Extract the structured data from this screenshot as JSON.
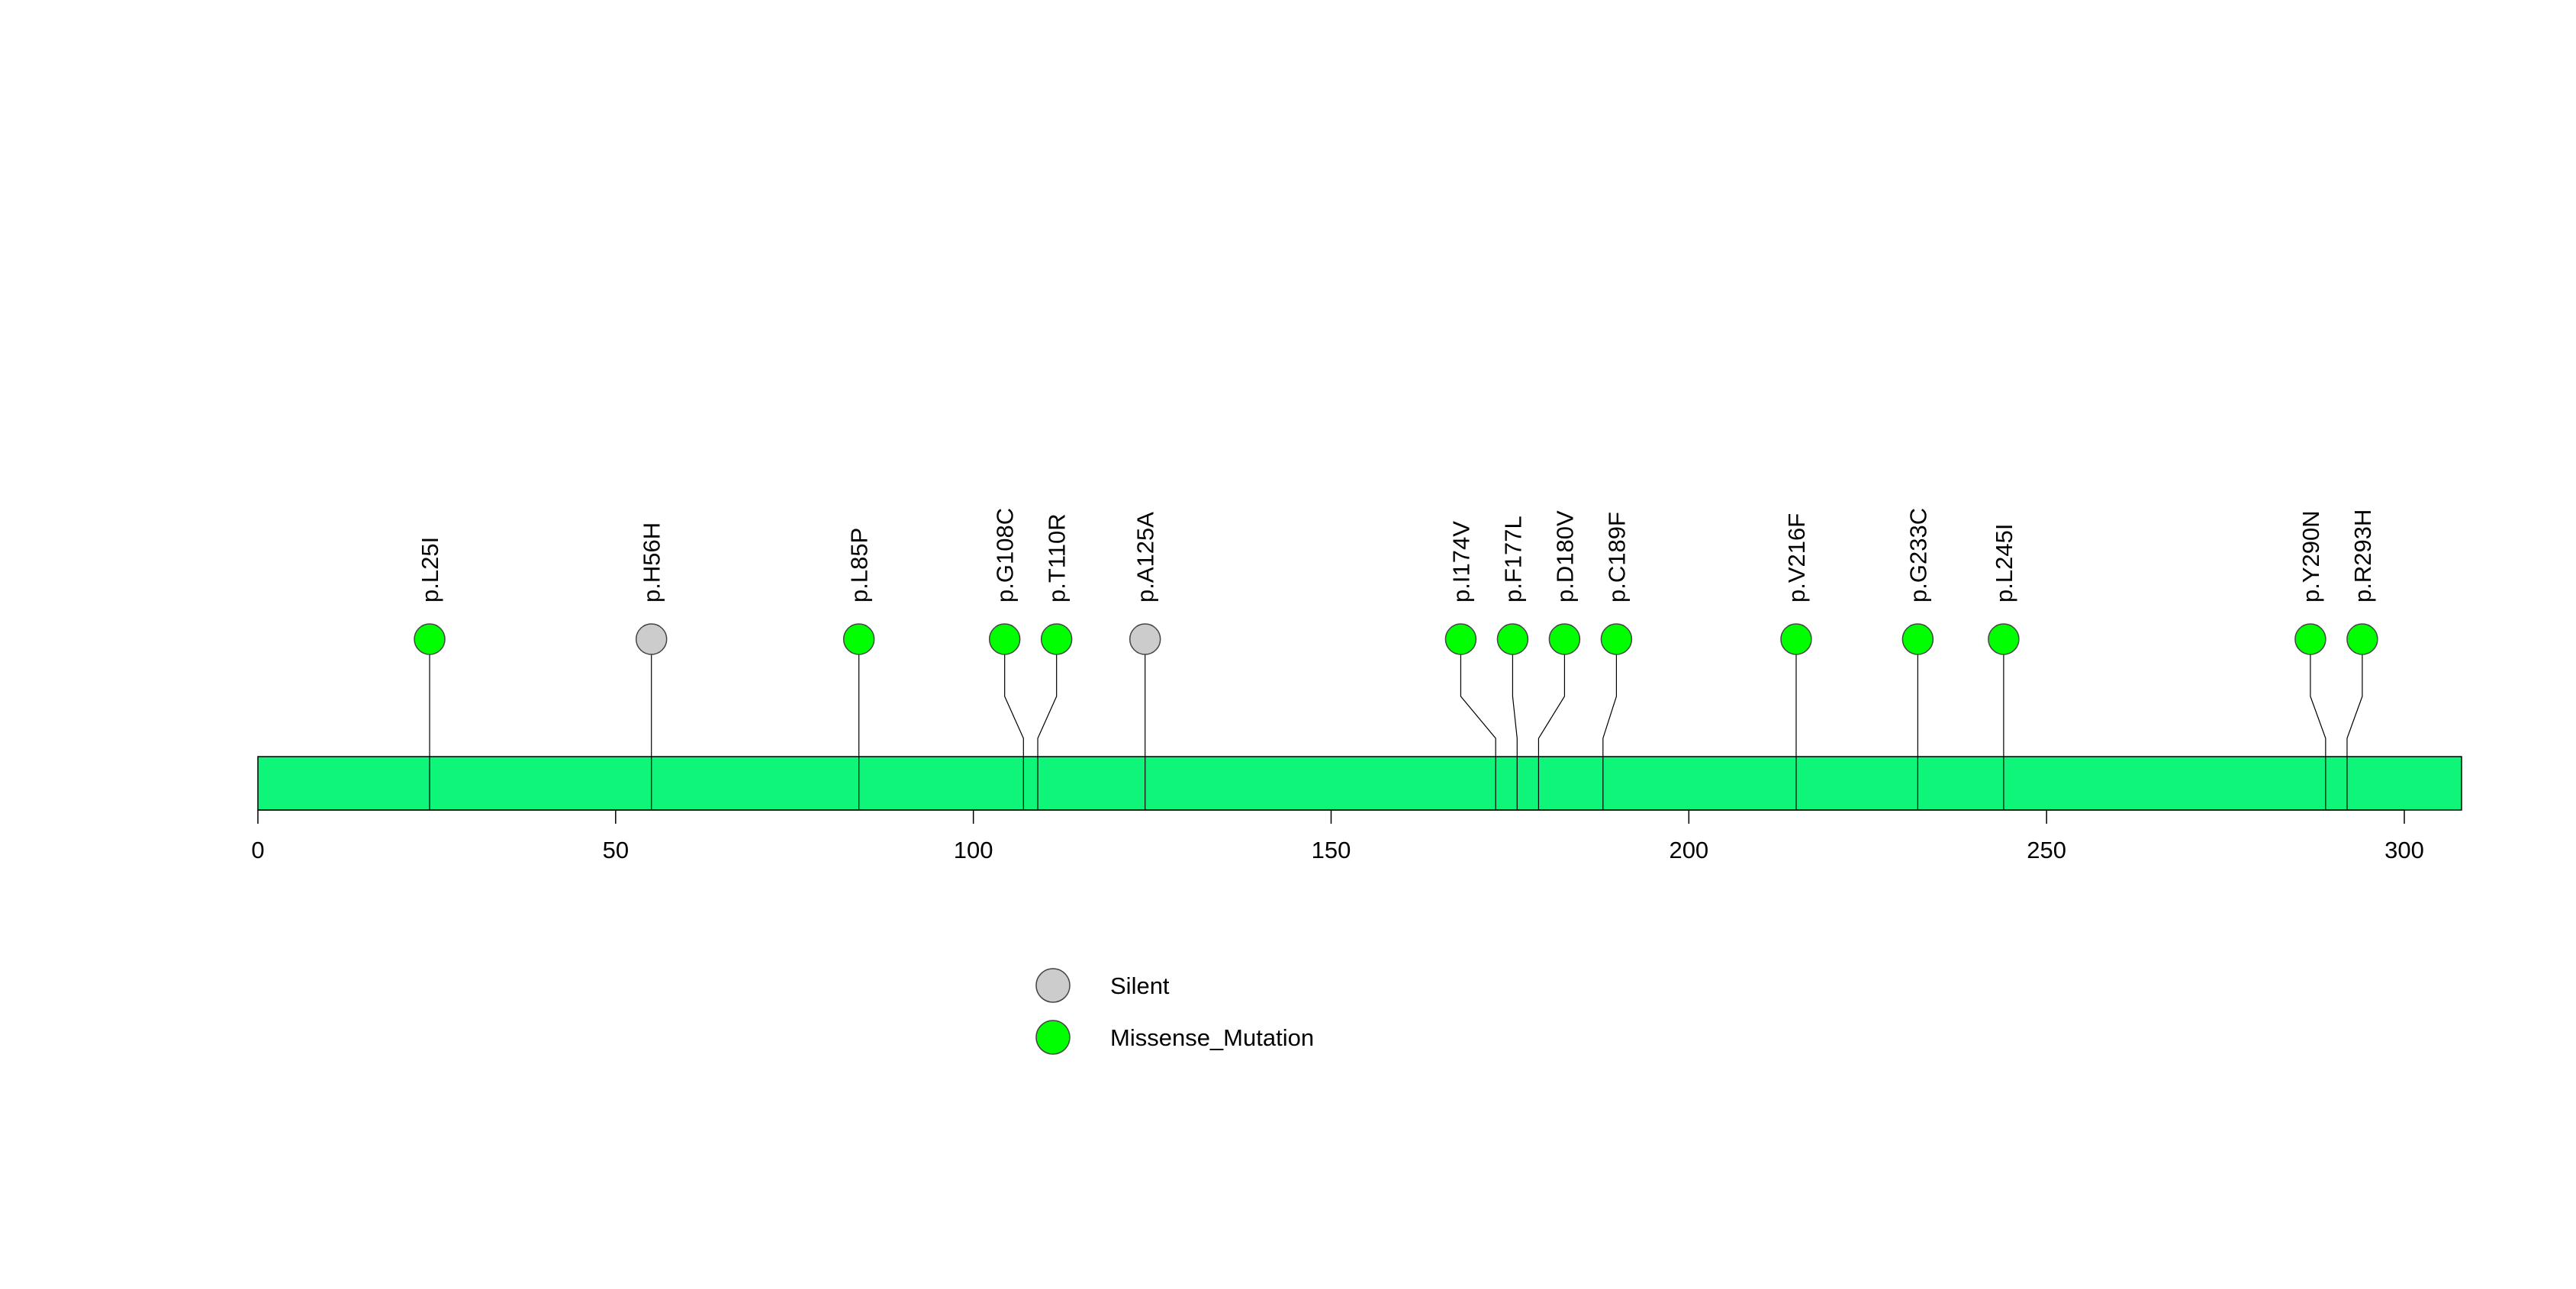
{
  "chart_data": {
    "type": "lollipop",
    "title": "",
    "xlabel": "",
    "ylabel": "",
    "xlim": [
      0,
      308
    ],
    "x_ticks": [
      0,
      50,
      100,
      150,
      200,
      250,
      300
    ],
    "protein_length": 308,
    "colors": {
      "domain_bar": "#0ef57a",
      "Silent": "#cccccc",
      "Missense_Mutation": "#00ff00",
      "stem": "#000000"
    },
    "mutations": [
      {
        "label": "p.L25I",
        "position": 24,
        "type": "Missense_Mutation"
      },
      {
        "label": "p.H56H",
        "position": 55,
        "type": "Silent"
      },
      {
        "label": "p.L85P",
        "position": 84,
        "type": "Missense_Mutation"
      },
      {
        "label": "p.G108C",
        "position": 107,
        "type": "Missense_Mutation"
      },
      {
        "label": "p.T110R",
        "position": 109,
        "type": "Missense_Mutation"
      },
      {
        "label": "p.A125A",
        "position": 124,
        "type": "Silent"
      },
      {
        "label": "p.I174V",
        "position": 173,
        "type": "Missense_Mutation"
      },
      {
        "label": "p.F177L",
        "position": 176,
        "type": "Missense_Mutation"
      },
      {
        "label": "p.D180V",
        "position": 179,
        "type": "Missense_Mutation"
      },
      {
        "label": "p.C189F",
        "position": 188,
        "type": "Missense_Mutation"
      },
      {
        "label": "p.V216F",
        "position": 215,
        "type": "Missense_Mutation"
      },
      {
        "label": "p.G233C",
        "position": 232,
        "type": "Missense_Mutation"
      },
      {
        "label": "p.L245I",
        "position": 244,
        "type": "Missense_Mutation"
      },
      {
        "label": "p.Y290N",
        "position": 289,
        "type": "Missense_Mutation"
      },
      {
        "label": "p.R293H",
        "position": 292,
        "type": "Missense_Mutation"
      }
    ],
    "legend": {
      "placement": "bottom-center",
      "entries": [
        {
          "label": "Silent",
          "type": "Silent"
        },
        {
          "label": "Missense_Mutation",
          "type": "Missense_Mutation"
        }
      ]
    }
  }
}
